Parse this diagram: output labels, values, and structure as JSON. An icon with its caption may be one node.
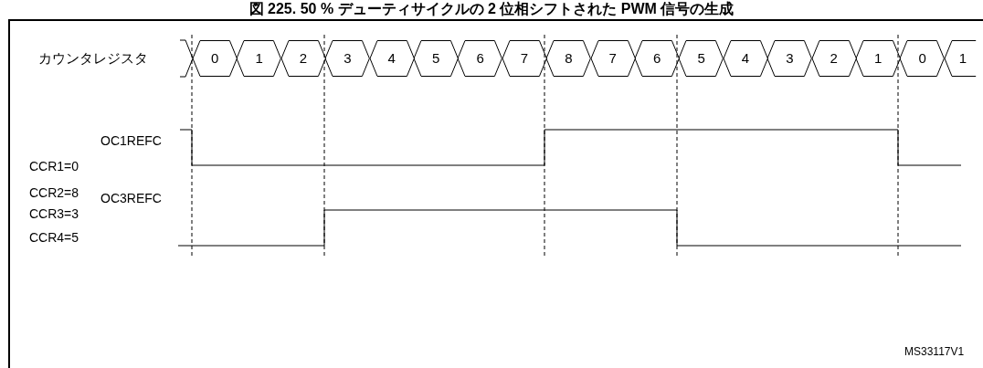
{
  "diagram": {
    "title": "図 225. 50 % デューティサイクルの 2 位相シフトされた PWM 信号の生成",
    "nodes": [
      {
        "text": [
          "0"
        ]
      },
      {
        "text": [
          "1"
        ]
      },
      {
        "text": [
          "2"
        ]
      },
      {
        "text": [
          "3"
        ]
      },
      {
        "text": [
          "4"
        ]
      },
      {
        "text": [
          "5"
        ]
      },
      {
        "text": [
          "6"
        ]
      },
      {
        "text": [
          "7"
        ]
      },
      {
        "text": [
          "8"
        ]
      },
      {
        "text": [
          "7"
        ]
      },
      {
        "text": [
          "6"
        ]
      },
      {
        "text": [
          "5"
        ]
      },
      {
        "text": [
          "4"
        ]
      },
      {
        "text": [
          "3"
        ]
      },
      {
        "text": [
          "2"
        ]
      },
      {
        "text": [
          "1"
        ]
      },
      {
        "text": [
          "0"
        ]
      },
      {
        "text": [
          "1"
        ]
      }
    ],
    "labels": [
      "カウンタレジスタ",
      "OC1REFC",
      "CCR1=0",
      "CCR2=8",
      "OC3REFC",
      "CCR3=3",
      "CCR4=5",
      "MS33117V1"
    ]
  }
}
